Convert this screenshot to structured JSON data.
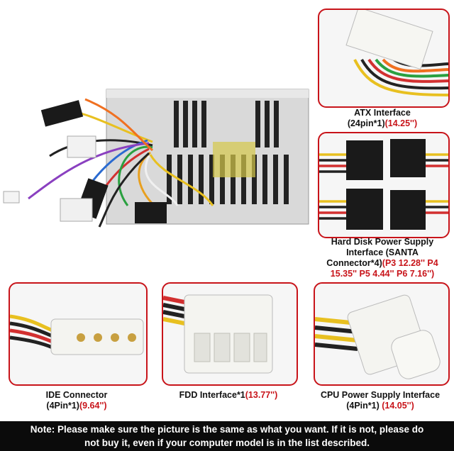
{
  "captions": {
    "atx": {
      "name": "ATX Interface",
      "pins": "(24pin*1)",
      "length": "(14.25'')"
    },
    "hdd": {
      "line1": "Hard Disk Power Supply",
      "line2": "Interface (SANTA",
      "line3_prefix": "Connector*4)",
      "line3_red": "(P3 12.28'' P4",
      "line4_red": "15.35'' P5 4.44'' P6 7.16'')"
    },
    "ide": {
      "name": "IDE Connector",
      "pins": "(4Pin*1)",
      "length": "(9.64'')"
    },
    "fdd": {
      "name": "FDD Interface*1",
      "length": "(13.77'')"
    },
    "cpu": {
      "name": "CPU Power Supply Interface",
      "pins": "(4Pin*1)",
      "length": "(14.05'')"
    }
  },
  "note": {
    "line1": "Note: Please make sure the picture is the same as what you want. If it is not, please do",
    "line2": "not buy it,  even if your computer model is in the list described."
  },
  "colors": {
    "accent_red": "#c8141a",
    "note_bg": "#0b0b0b"
  }
}
